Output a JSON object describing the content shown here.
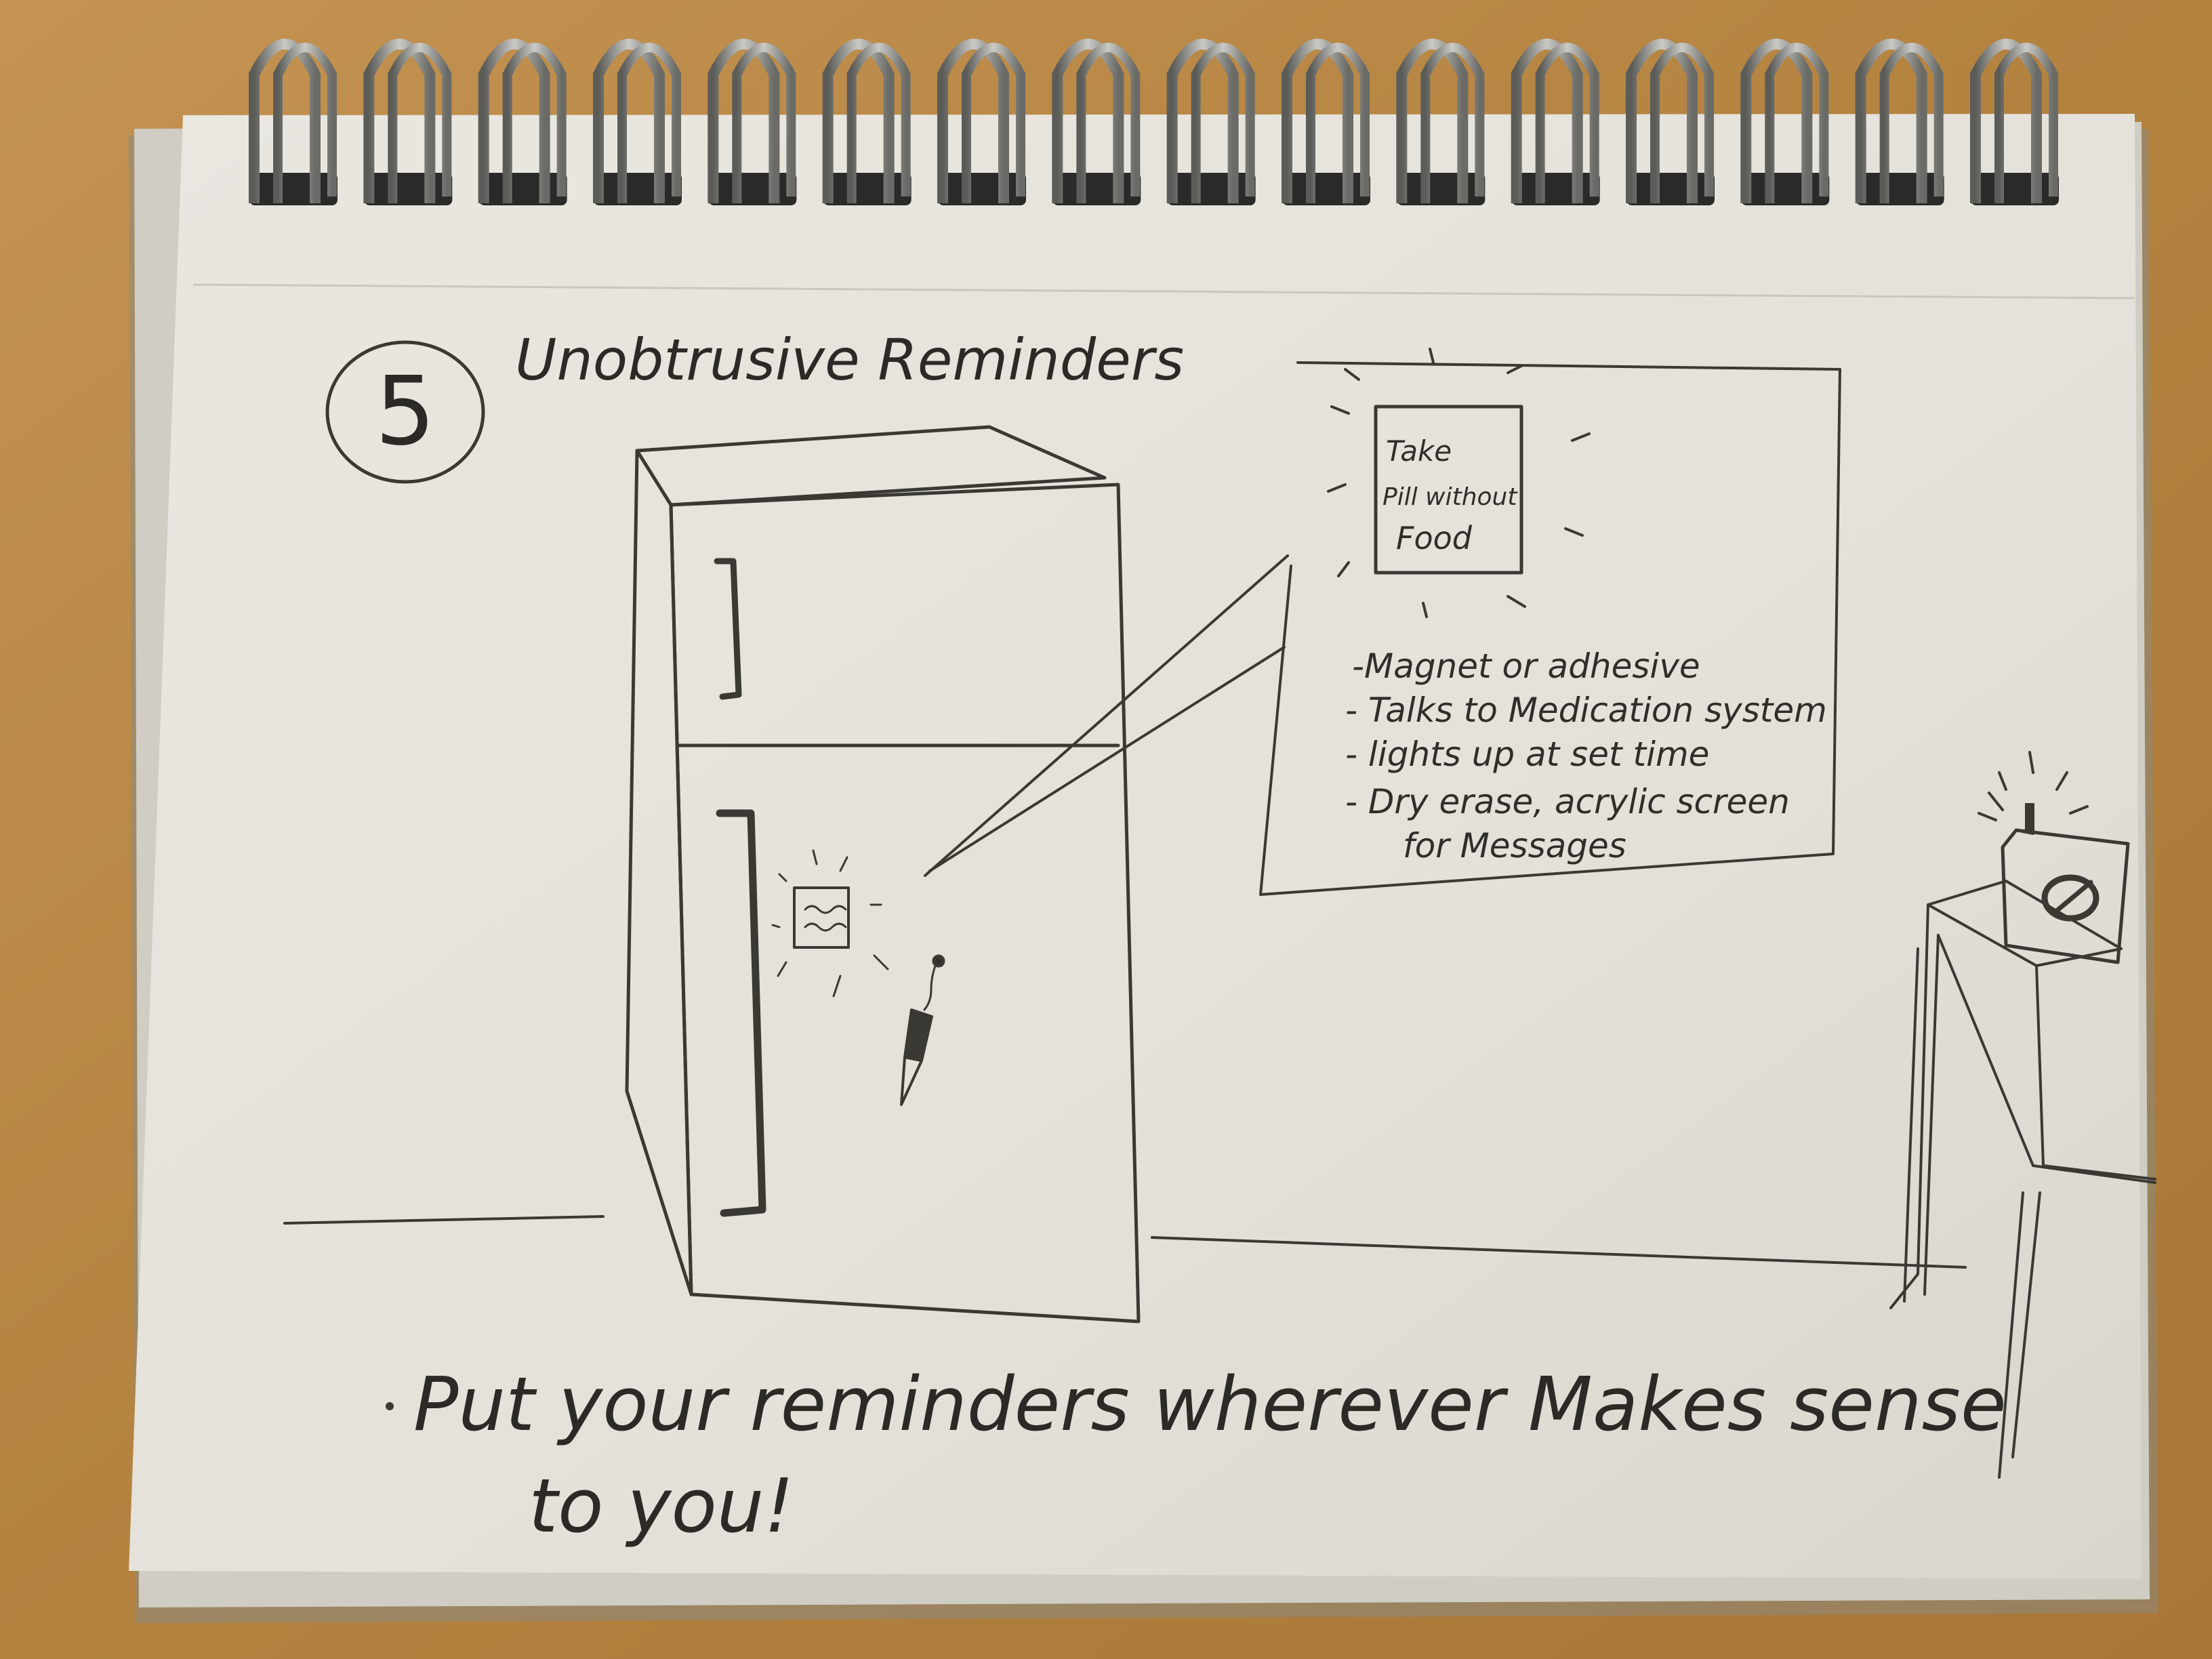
{
  "sketch": {
    "number": "5",
    "title": "Unobtrusive Reminders",
    "magnet_text": [
      "Take",
      "Pill without",
      "Food"
    ],
    "features": [
      "-Magnet or adhesive",
      "- Talks to Medication system",
      "- lights up at set time",
      "- Dry erase, acrylic screen",
      "for Messages"
    ],
    "caption_line1": "Put your reminders wherever Makes sense",
    "caption_line2": "to you!"
  },
  "colors": {
    "table": "#b98a4a",
    "paper": "#e6e4dc",
    "pencil": "#3a3934",
    "ring": "#8d8d8a"
  }
}
